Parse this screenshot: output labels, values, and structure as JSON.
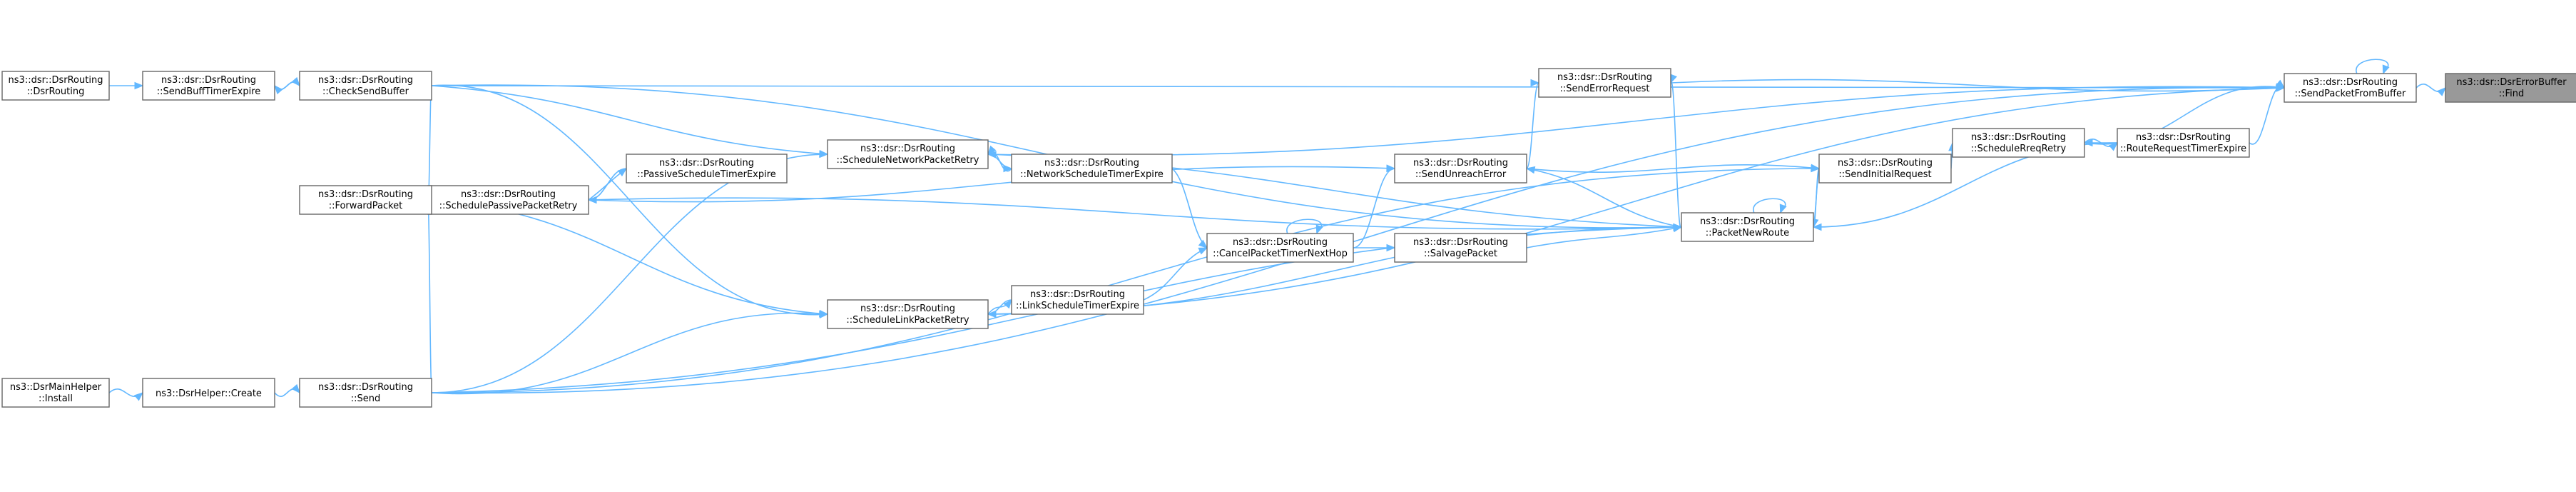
{
  "nodes": [
    {
      "id": "find",
      "lines": [
        "ns3::dsr::DsrErrorBuffer",
        "::Find"
      ],
      "highlight": true
    },
    {
      "id": "spfb",
      "lines": [
        "ns3::dsr::DsrRouting",
        "::SendPacketFromBuffer"
      ]
    },
    {
      "id": "rrte",
      "lines": [
        "ns3::dsr::DsrRouting",
        "::RouteRequestTimerExpire"
      ]
    },
    {
      "id": "srr",
      "lines": [
        "ns3::dsr::DsrRouting",
        "::ScheduleRreqRetry"
      ]
    },
    {
      "id": "sir",
      "lines": [
        "ns3::dsr::DsrRouting",
        "::SendInitialRequest"
      ]
    },
    {
      "id": "ser",
      "lines": [
        "ns3::dsr::DsrRouting",
        "::SendErrorRequest"
      ]
    },
    {
      "id": "pnr",
      "lines": [
        "ns3::dsr::DsrRouting",
        "::PacketNewRoute"
      ]
    },
    {
      "id": "sue",
      "lines": [
        "ns3::dsr::DsrRouting",
        "::SendUnreachError"
      ]
    },
    {
      "id": "sp",
      "lines": [
        "ns3::dsr::DsrRouting",
        "::SalvagePacket"
      ]
    },
    {
      "id": "cptnh",
      "lines": [
        "ns3::dsr::DsrRouting",
        "::CancelPacketTimerNextHop"
      ]
    },
    {
      "id": "nste",
      "lines": [
        "ns3::dsr::DsrRouting",
        "::NetworkScheduleTimerExpire"
      ]
    },
    {
      "id": "lste",
      "lines": [
        "ns3::dsr::DsrRouting",
        "::LinkScheduleTimerExpire"
      ]
    },
    {
      "id": "snpr",
      "lines": [
        "ns3::dsr::DsrRouting",
        "::ScheduleNetworkPacketRetry"
      ]
    },
    {
      "id": "slpr",
      "lines": [
        "ns3::dsr::DsrRouting",
        "::ScheduleLinkPacketRetry"
      ]
    },
    {
      "id": "pste",
      "lines": [
        "ns3::dsr::DsrRouting",
        "::PassiveScheduleTimerExpire"
      ]
    },
    {
      "id": "sppr",
      "lines": [
        "ns3::dsr::DsrRouting",
        "::SchedulePassivePacketRetry"
      ]
    },
    {
      "id": "csb",
      "lines": [
        "ns3::dsr::DsrRouting",
        "::CheckSendBuffer"
      ]
    },
    {
      "id": "fp",
      "lines": [
        "ns3::dsr::DsrRouting",
        "::ForwardPacket"
      ]
    },
    {
      "id": "send",
      "lines": [
        "ns3::dsr::DsrRouting",
        "::Send"
      ]
    },
    {
      "id": "sbte",
      "lines": [
        "ns3::dsr::DsrRouting",
        "::SendBuffTimerExpire"
      ]
    },
    {
      "id": "dsrr",
      "lines": [
        "ns3::dsr::DsrRouting",
        "::DsrRouting"
      ]
    },
    {
      "id": "dhc",
      "lines": [
        "ns3::DsrHelper::Create"
      ]
    },
    {
      "id": "dmhi",
      "lines": [
        "ns3::DsrMainHelper",
        "::Install"
      ]
    }
  ],
  "edges": [
    [
      "spfb",
      "find"
    ],
    [
      "spfb",
      "spfb"
    ],
    [
      "rrte",
      "spfb"
    ],
    [
      "srr",
      "rrte"
    ],
    [
      "rrte",
      "srr"
    ],
    [
      "srr",
      "spfb"
    ],
    [
      "sir",
      "srr"
    ],
    [
      "pnr",
      "sir"
    ],
    [
      "sir",
      "pnr"
    ],
    [
      "ser",
      "spfb"
    ],
    [
      "sue",
      "ser"
    ],
    [
      "pnr",
      "ser"
    ],
    [
      "pnr",
      "pnr"
    ],
    [
      "rrte",
      "pnr"
    ],
    [
      "sue",
      "sir"
    ],
    [
      "pnr",
      "sue"
    ],
    [
      "cptnh",
      "sue"
    ],
    [
      "cptnh",
      "cptnh"
    ],
    [
      "sp",
      "pnr"
    ],
    [
      "cptnh",
      "sp"
    ],
    [
      "nste",
      "cptnh"
    ],
    [
      "lste",
      "cptnh"
    ],
    [
      "snpr",
      "nste"
    ],
    [
      "nste",
      "snpr"
    ],
    [
      "slpr",
      "lste"
    ],
    [
      "lste",
      "slpr"
    ],
    [
      "snpr",
      "spfb"
    ],
    [
      "pnr",
      "snpr"
    ],
    [
      "slpr",
      "pnr"
    ],
    [
      "spfb",
      "slpr"
    ],
    [
      "sppr",
      "pste"
    ],
    [
      "pste",
      "sppr"
    ],
    [
      "sppr",
      "sue"
    ],
    [
      "sppr",
      "pnr"
    ],
    [
      "csb",
      "sppr"
    ],
    [
      "csb",
      "snpr"
    ],
    [
      "csb",
      "slpr"
    ],
    [
      "fp",
      "sppr"
    ],
    [
      "fp",
      "slpr"
    ],
    [
      "send",
      "sppr"
    ],
    [
      "send",
      "snpr"
    ],
    [
      "send",
      "slpr"
    ],
    [
      "send",
      "pnr"
    ],
    [
      "send",
      "sir"
    ],
    [
      "send",
      "spfb"
    ],
    [
      "csb",
      "pnr"
    ],
    [
      "csb",
      "spfb"
    ],
    [
      "sbte",
      "csb"
    ],
    [
      "csb",
      "sbte"
    ],
    [
      "dsrr",
      "sbte"
    ],
    [
      "dhc",
      "send"
    ],
    [
      "dmhi",
      "dhc"
    ]
  ]
}
